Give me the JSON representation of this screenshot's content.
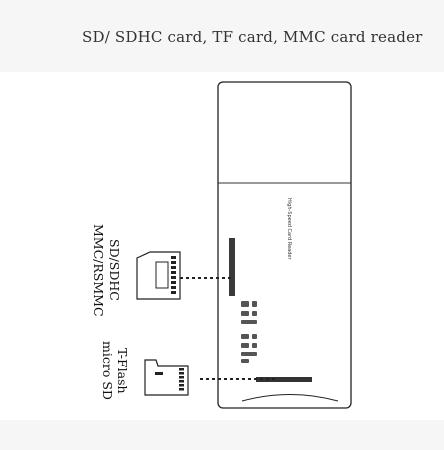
{
  "header": {
    "title": "SD/ SDHC card, TF card, MMC card reader"
  },
  "device": {
    "label": "High-Speed Card Reader"
  },
  "labels": {
    "sd_line1": "SD/SDHC",
    "sd_line2": "MMC/RSMMC",
    "tf_line1": "T-Flash",
    "tf_line2": "micro SD"
  },
  "colors": {
    "line": "#222222",
    "slot": "#333333",
    "banner": "#f6f6f6"
  }
}
